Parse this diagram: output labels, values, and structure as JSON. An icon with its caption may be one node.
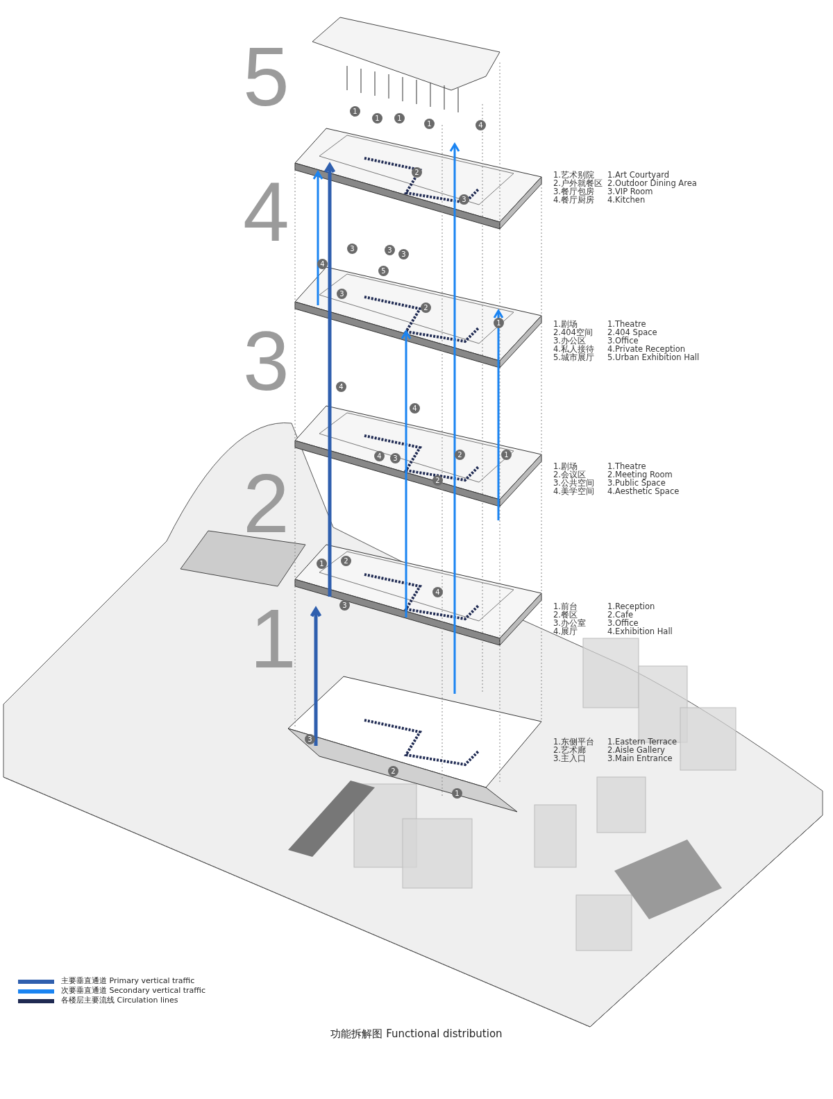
{
  "diagram": {
    "caption": "功能拆解图  Functional distribution",
    "labels": [
      "5",
      "1",
      "1",
      "1",
      "1",
      "4",
      "2",
      "3",
      "1.艺术别院",
      "1.Art Courtyard",
      "2.户外就餐区",
      "2.Outdoor Dining Area",
      "3.餐厅包房",
      "3.VIP Room",
      "4.餐厅厨房",
      "4.Kitchen",
      "4",
      "3",
      "3",
      "3",
      "4",
      "5",
      "3",
      "2",
      "1",
      "1.剧场",
      "1.Theatre",
      "2.404空间",
      "2.404 Space",
      "3.办公区",
      "3.Office",
      "4.私人接待",
      "4.Private Reception",
      "5.城市展厅",
      "5.Urban Exhibition Hall",
      "3",
      "4",
      "4",
      "4",
      "3",
      "2",
      "2",
      "1",
      "1.剧场",
      "1.Theatre",
      "2.会议区",
      "2.Meeting Room",
      "3.公共空间",
      "3.Public Space",
      "4.美学空间",
      "4.Aesthetic Space",
      "2",
      "1",
      "2",
      "3",
      "4",
      "1.前台",
      "1.Reception",
      "2.餐区",
      "2.Cafe",
      "3.办公室",
      "3.Office",
      "4.展厅",
      "4.Exhibition Hall",
      "1",
      "3",
      "2",
      "1",
      "1.东侧平台",
      "1.Eastern Terrace",
      "2.艺术廊",
      "2.Aisle Gallery",
      "3.主入口",
      "3.Main Entrance"
    ],
    "legend": [
      {
        "text": "主要垂直通道 Primary vertical traffic",
        "color": "#2f5fae"
      },
      {
        "text": "次要垂直通道 Secondary vertical traffic",
        "color": "#1a84f2"
      },
      {
        "text": "各楼层主要流线 Circulation lines",
        "color": "#1f2a52"
      }
    ]
  }
}
